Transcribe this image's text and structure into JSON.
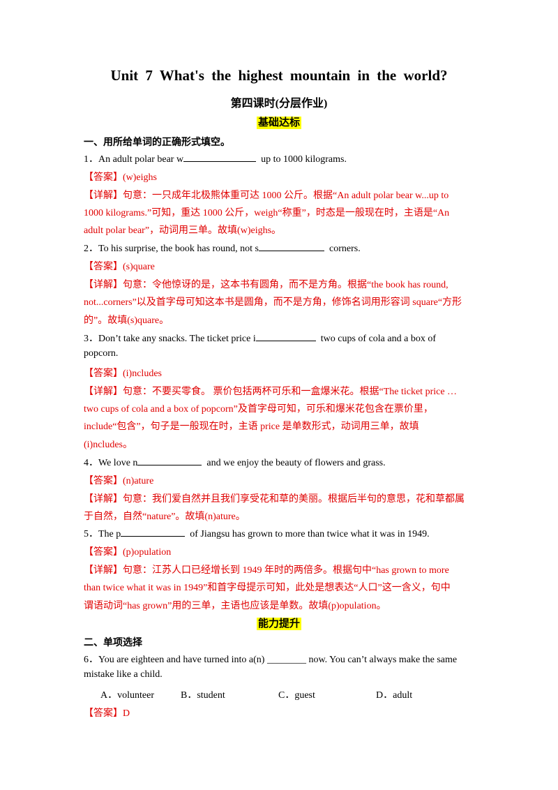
{
  "header": {
    "title": "Unit 7 What's the highest mountain in the world?",
    "subtitle": "第四课时(分层作业)",
    "level1": "基础达标",
    "level2": "能力提升"
  },
  "section1": {
    "heading": "一、用所给单词的正确形式填空。"
  },
  "q1": {
    "pre": "1．An adult polar bear w",
    "post": "up to 1000 kilograms.",
    "answer": "【答案】(w)eighs",
    "exp1": "【详解】句意：一只成年北极熊体重可达 1000 公斤。根据“An adult polar bear w...up to",
    "exp2": "1000 kilograms.”可知，重达 1000 公斤，weigh“称重”，时态是一般现在时，主语是“An",
    "exp3": "adult polar bear”，动词用三单。故填(w)eighs。"
  },
  "q2": {
    "pre": "2．To his surprise, the book has round, not s",
    "post": "corners.",
    "answer": "【答案】(s)quare",
    "exp1": "【详解】句意：令他惊讶的是，这本书有圆角，而不是方角。根据“the book has round,",
    "exp2": "not...corners”以及首字母可知这本书是圆角，而不是方角，修饰名词用形容词 square“方形",
    "exp3": "的”。故填(s)quare。"
  },
  "q3": {
    "pre": "3．Don’t take any snacks. The ticket price i",
    "post": "two cups of cola and a box of",
    "line2": "popcorn.",
    "answer": "【答案】(i)ncludes",
    "exp1": "【详解】句意：不要买零食。 票价包括两杯可乐和一盒爆米花。根据“The ticket price …",
    "exp2": "two cups of cola and a box of popcorn”及首字母可知，可乐和爆米花包含在票价里，",
    "exp3": "include“包含”，句子是一般现在时，主语 price 是单数形式，动词用三单，故填",
    "exp4": "(i)ncludes。"
  },
  "q4": {
    "pre": "4．We love n",
    "post": "and we enjoy the beauty of flowers and grass.",
    "answer": "【答案】(n)ature",
    "exp1": "【详解】句意：我们爱自然并且我们享受花和草的美丽。根据后半句的意思，花和草都属",
    "exp2": "于自然，自然“nature”。故填(n)ature。"
  },
  "q5": {
    "pre": "5．The p",
    "post": "of Jiangsu has grown to more than twice what it was in 1949.",
    "answer": "【答案】(p)opulation",
    "exp1": "【详解】句意：江苏人口已经增长到 1949 年时的两倍多。根据句中“has grown to more",
    "exp2": "than twice what it was in 1949”和首字母提示可知，此处是想表达“人口”这一含义，句中",
    "exp3": "谓语动词“has grown”用的三单，主语也应该是单数。故填(p)opulation。"
  },
  "section2": {
    "heading": "二、单项选择"
  },
  "q6": {
    "line1": "6．You are eighteen and have turned into a(n) ________ now. You can’t always make the same",
    "line2": "mistake like a child.",
    "options": [
      "A．volunteer",
      "B．student",
      "C．guest",
      "D．adult"
    ],
    "answer": "【答案】D"
  }
}
